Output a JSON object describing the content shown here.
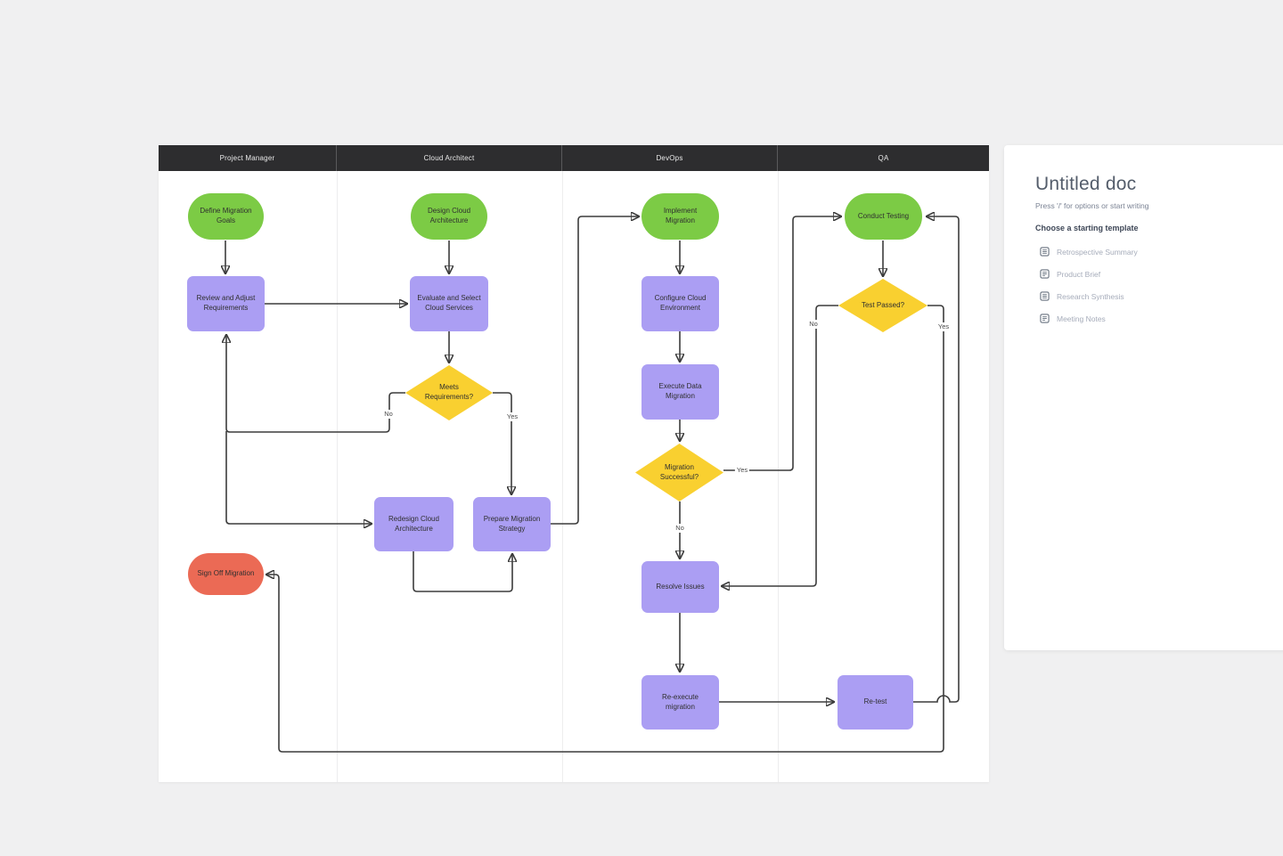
{
  "colors": {
    "green": "#7ccb45",
    "purple": "#ab9ef3",
    "yellow": "#f9d030",
    "red": "#eb6a55",
    "edge": "#3c3c3c"
  },
  "lanes": [
    "Project Manager",
    "Cloud Architect",
    "DevOps",
    "QA"
  ],
  "nodes": {
    "define_goals": "Define Migration Goals",
    "review_requirements": "Review and Adjust Requirements",
    "sign_off": "Sign Off Migration",
    "design_architecture": "Design Cloud Architecture",
    "evaluate_services": "Evaluate and Select Cloud Services",
    "meets_requirements": "Meets Requirements?",
    "redesign_architecture": "Redesign Cloud Architecture",
    "prepare_strategy": "Prepare Migration Strategy",
    "implement_migration": "Implement Migration",
    "configure_environment": "Configure Cloud Environment",
    "execute_migration": "Execute Data Migration",
    "migration_successful": "Migration Successful?",
    "resolve_issues": "Resolve Issues",
    "reexecute_migration": "Re-execute migration",
    "conduct_testing": "Conduct Testing",
    "test_passed": "Test Passed?",
    "retest": "Re-test"
  },
  "edge_labels": {
    "meets_no": "No",
    "meets_yes": "Yes",
    "migration_yes": "Yes",
    "migration_no": "No",
    "test_no": "No",
    "test_yes": "Yes"
  },
  "panel": {
    "title": "Untitled doc",
    "hint": "Press '/' for options or start writing",
    "templates_heading": "Choose a starting template",
    "templates": [
      "Retrospective Summary",
      "Product Brief",
      "Research Synthesis",
      "Meeting Notes"
    ]
  }
}
